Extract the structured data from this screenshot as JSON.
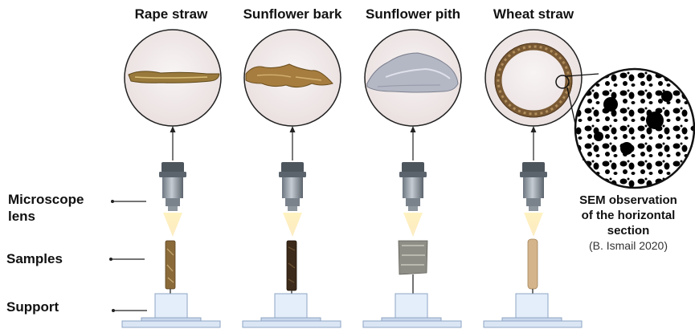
{
  "titles": [
    "Rape straw",
    "Sunflower bark",
    "Sunflower pith",
    "Wheat straw"
  ],
  "side_labels": {
    "lens": "Microscope lens",
    "samples": "Samples",
    "support": "Support"
  },
  "sem": {
    "line1": "SEM observation",
    "line2": "of the horizontal",
    "line3": "section",
    "reference": "(B. Ismail 2020)"
  }
}
